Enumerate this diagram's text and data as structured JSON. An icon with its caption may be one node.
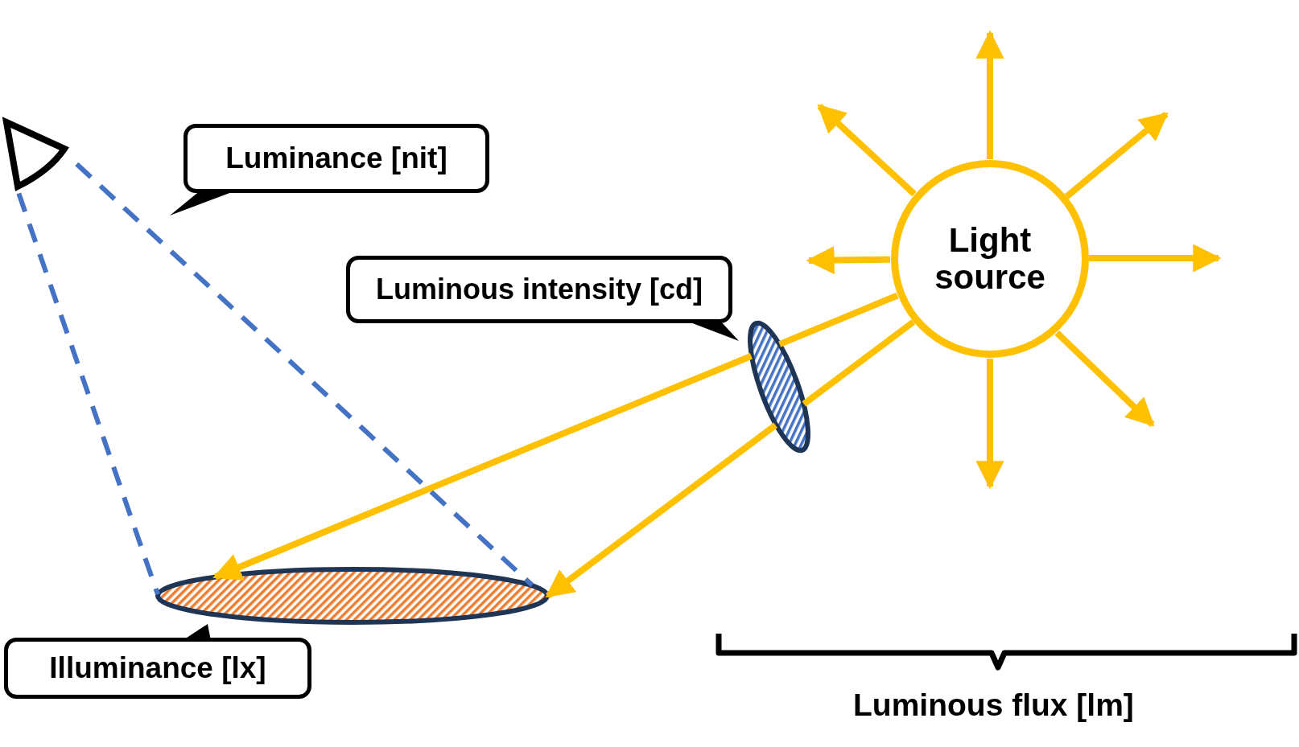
{
  "diagram": {
    "nodes": [
      {
        "text": [
          "Luminance [nit]"
        ]
      },
      {
        "text": [],
        "shape": "eye"
      },
      {
        "text": [
          "Luminous intensity [cd]"
        ]
      },
      {
        "text": [
          "Light source"
        ]
      },
      {
        "text": [],
        "shape": "ellipse"
      },
      {
        "text": [],
        "shape": "ellipse"
      },
      {
        "text": [
          "Illuminance [lx]"
        ]
      }
    ],
    "edges": [
      {
        "from": 1,
        "to": 5,
        "arrow": "none",
        "style": "dashed",
        "color": "#4472c4"
      },
      {
        "from": 1,
        "to": 5,
        "arrow": "none",
        "style": "dashed",
        "color": "#4472c4"
      },
      {
        "from": 3,
        "to": 4,
        "arrow": "none"
      },
      {
        "from": 4,
        "to": 5,
        "arrow": "to"
      },
      {
        "from": 3,
        "to": 4,
        "arrow": "none"
      },
      {
        "from": 4,
        "to": 5,
        "arrow": "to"
      },
      {
        "from": 3,
        "to": null,
        "arrow": "to"
      },
      {
        "from": 3,
        "to": null,
        "arrow": "to"
      },
      {
        "from": 3,
        "to": null,
        "arrow": "to"
      },
      {
        "from": 3,
        "to": null,
        "arrow": "to"
      },
      {
        "from": 3,
        "to": null,
        "arrow": "to"
      },
      {
        "from": 3,
        "to": null,
        "arrow": "to"
      },
      {
        "from": 3,
        "to": null,
        "arrow": "to"
      }
    ],
    "labels": [
      "Luminous flux [lm]"
    ]
  }
}
